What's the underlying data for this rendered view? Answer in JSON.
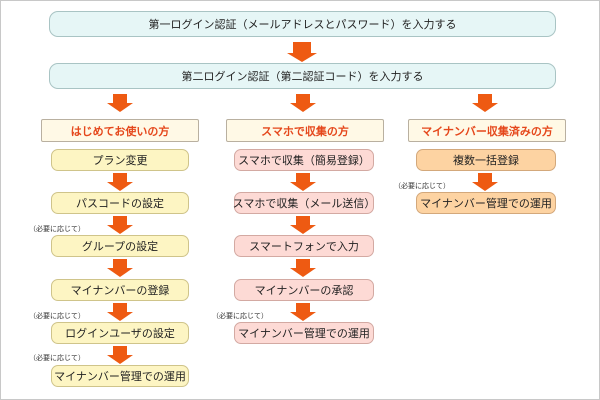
{
  "top": {
    "step1": "第一ログイン認証（メールアドレスとパスワード）を入力する",
    "step2": "第二ログイン認証（第二認証コード）を入力する"
  },
  "columns": [
    {
      "title": "はじめてお使いの方",
      "steps": [
        "プラン変更",
        "パスコードの設定",
        "グループの設定",
        "マイナンバーの登録",
        "ログインユーザの設定",
        "マイナンバー管理での運用"
      ]
    },
    {
      "title": "スマホで収集の方",
      "steps": [
        "スマホで収集（簡易登録）",
        "スマホで収集（メール送信）",
        "スマートフォンで入力",
        "マイナンバーの承認",
        "マイナンバー管理での運用"
      ]
    },
    {
      "title": "マイナンバー収集済みの方",
      "steps": [
        "複数一括登録",
        "マイナンバー管理での運用"
      ]
    }
  ],
  "note": "（必要に応じて）",
  "colors": {
    "arrow": "#ee5a12",
    "header_text": "#e5471b",
    "column1_box": "#fdf5c3",
    "column2_box": "#fddad5",
    "column3_box": "#fdd3a2",
    "top_box": "#e6f6f6"
  }
}
